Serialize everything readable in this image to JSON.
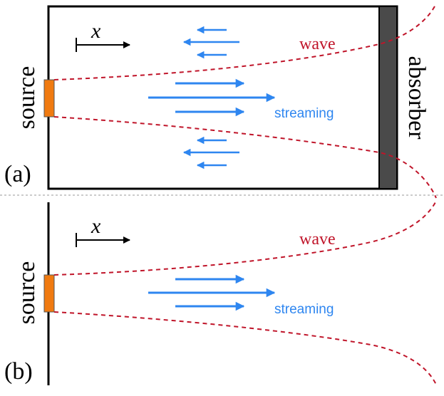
{
  "colors": {
    "wave": "#c0152a",
    "streaming": "#2e86f0",
    "source": "#f07a10",
    "absorber": "#4a4a4a",
    "frame": "#000000",
    "divider": "#9a9a9a"
  },
  "panel_a": {
    "label": "(a)",
    "source_label": "source",
    "absorber_label": "absorber",
    "axis_label": "x",
    "wave_label": "wave",
    "streaming_label": "streaming"
  },
  "panel_b": {
    "label": "(b)",
    "source_label": "source",
    "axis_label": "x",
    "wave_label": "wave",
    "streaming_label": "streaming"
  },
  "icons": {
    "streaming_arrows": "right-arrow-icon",
    "backflow_arrows": "left-arrow-icon",
    "axis_arrow": "axis-arrow-icon"
  }
}
